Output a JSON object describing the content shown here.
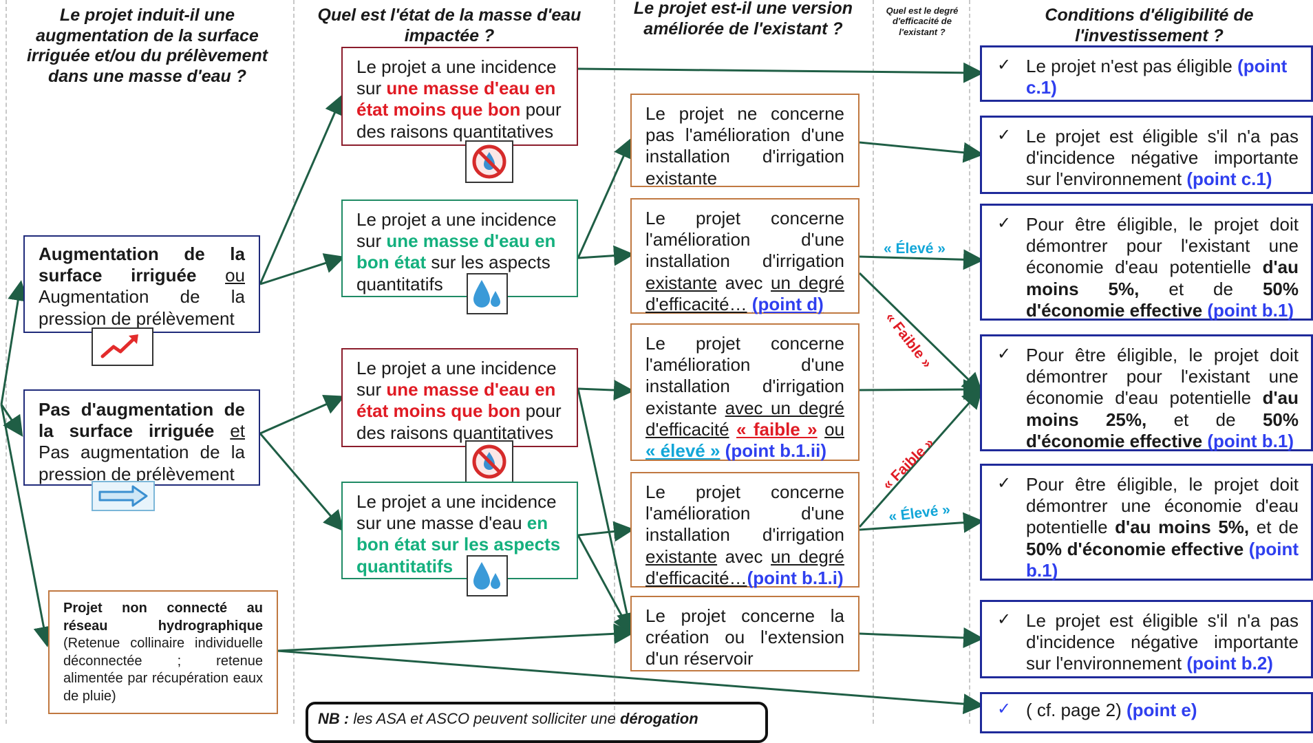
{
  "headers": {
    "col1": "Le projet induit-il une augmentation de la surface irriguée et/ou du prélèvement dans une masse d'eau ?",
    "col2": "Quel est l'état de la masse d'eau impactée ?",
    "col3": "Le projet est-il une version améliorée de l'existant ?",
    "col4": "Quel est le degré d'efficacité de l'existant ?",
    "col5": "Conditions d'éligibilité de l'investissement ?"
  },
  "col1": {
    "aug_title1": "Augmentation de la surface irriguée",
    "aug_ou": "ou",
    "aug_body": "Augmentation de la pression de prélèvement",
    "pas_title": "Pas d'augmentation de la surface irriguée",
    "pas_et": "et",
    "pas_body": "Pas augmentation de la pression de prélèvement",
    "nc_title": "Projet non connecté au réseau hydrographique",
    "nc_body": "(Retenue collinaire individuelle déconnectée ; retenue alimentée par récupération eaux de pluie)"
  },
  "col2": {
    "mb_pre": "Le projet a une incidence sur",
    "mb_red": "une masse d'eau en état moins que bon",
    "mb_post": "pour des raisons quantitatives",
    "bon1_pre": "Le projet a une incidence sur",
    "bon1_grn": "une masse d'eau en bon état",
    "bon1_post": "sur les aspects quantitatifs",
    "bon2_pre": "Le projet a une incidence sur une masse d'eau",
    "bon2_grn": "en bon état sur les aspects quantitatifs"
  },
  "col3": {
    "ne_concerne": "Le projet ne concerne pas l'amélioration d'une installation d'irrigation existante",
    "lp": "Le projet concerne l'amélioration d'une installation d'irrigation",
    "existante": "existante",
    "avec": "avec",
    "degre": "un degré d'efficacité",
    "ellipsis": "…",
    "pt_d": "(point d)",
    "pt_b1i": "(point b.1.i)",
    "avec_degre": "avec un degré d'efficacité",
    "faible": "« faible »",
    "ou": "ou",
    "eleve": "« élevé »",
    "pt_b1ii": "(point b.1.ii)",
    "creation": "Le projet concerne la création ou l'extension d'un réservoir"
  },
  "labels": {
    "eleve": "« Élevé »",
    "faible": "« Faible »"
  },
  "col5": {
    "tick": "✓",
    "c1_text": "Le projet n'est pas éligible",
    "c1_pt": "(point c.1)",
    "c2_text": "Le projet est éligible s'il n'a pas d'incidence négative importante sur l'environnement",
    "c2_pt": "(point c.1)",
    "c3_pre": "Pour être éligible, le projet doit démontrer pour l'existant une économie d'eau potentielle",
    "c3_b1": "d'au moins 5%,",
    "c3_mid": "et de",
    "c3_b2": "50% d'économie effective",
    "c3_pt": "(point b.1)",
    "c4_pre": "Pour être éligible, le projet doit démontrer pour l'existant une économie d'eau potentielle",
    "c4_b1": "d'au moins 25%,",
    "c4_mid": "et de",
    "c4_b2": "50% d'économie effective",
    "c4_pt": "(point b.1)",
    "c5_pre": "Pour être éligible, le projet doit démontrer une économie d'eau potentielle",
    "c5_b1": "d'au moins 5%,",
    "c5_mid": "et de",
    "c5_b2": "50% d'économie effective",
    "c5_pt": "(point b.1)",
    "c6_text": "Le projet est éligible s'il n'a pas d'incidence négative importante sur l'environnement",
    "c6_pt": "(point b.2)",
    "c7_text": "( cf. page 2)",
    "c7_pt": "(point e)"
  },
  "nb": {
    "label": "NB :",
    "text": "les ASA et ASCO peuvent solliciter une",
    "bold": "dérogation"
  },
  "icons": [
    "no-water-icon",
    "water-drops-icon",
    "trend-up-icon",
    "arrow-right-icon"
  ],
  "colors": {
    "arrow": "#1f5e45",
    "red": "#e01b24",
    "green": "#14b07e",
    "point": "#2f3fef",
    "eleve": "#12a6d8"
  }
}
